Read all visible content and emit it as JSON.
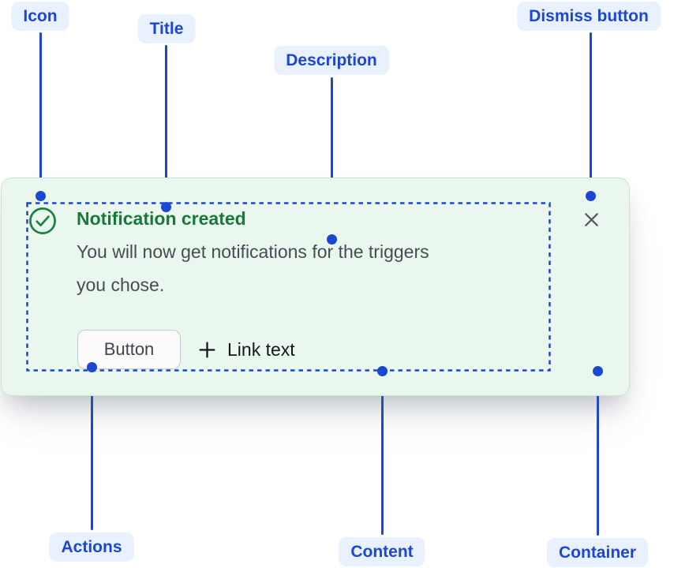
{
  "annotations": {
    "icon": {
      "label": "Icon"
    },
    "title": {
      "label": "Title"
    },
    "description": {
      "label": "Description"
    },
    "dismiss": {
      "label": "Dismiss button"
    },
    "actions": {
      "label": "Actions"
    },
    "content": {
      "label": "Content"
    },
    "container": {
      "label": "Container"
    }
  },
  "flag": {
    "title": "Notification created",
    "description_lines": {
      "0": "You will now get notifications for the triggers",
      "1": "you chose."
    },
    "button_label": "Button",
    "link_label": "Link text"
  },
  "icons": {
    "status": "success-check-circle-icon",
    "link_prefix": "plus-icon",
    "dismiss": "close-icon"
  },
  "colors": {
    "callout_blue": "#1c47d2",
    "annotation_pill_bg": "#e9f0fe",
    "card_bg": "#e9f7ef",
    "card_border": "#c8e6d3",
    "success_green": "#177a39",
    "icon_green": "#1b8040",
    "description_gray": "#474c53",
    "link_text": "#14171a",
    "dismiss_gray": "#53575e"
  }
}
